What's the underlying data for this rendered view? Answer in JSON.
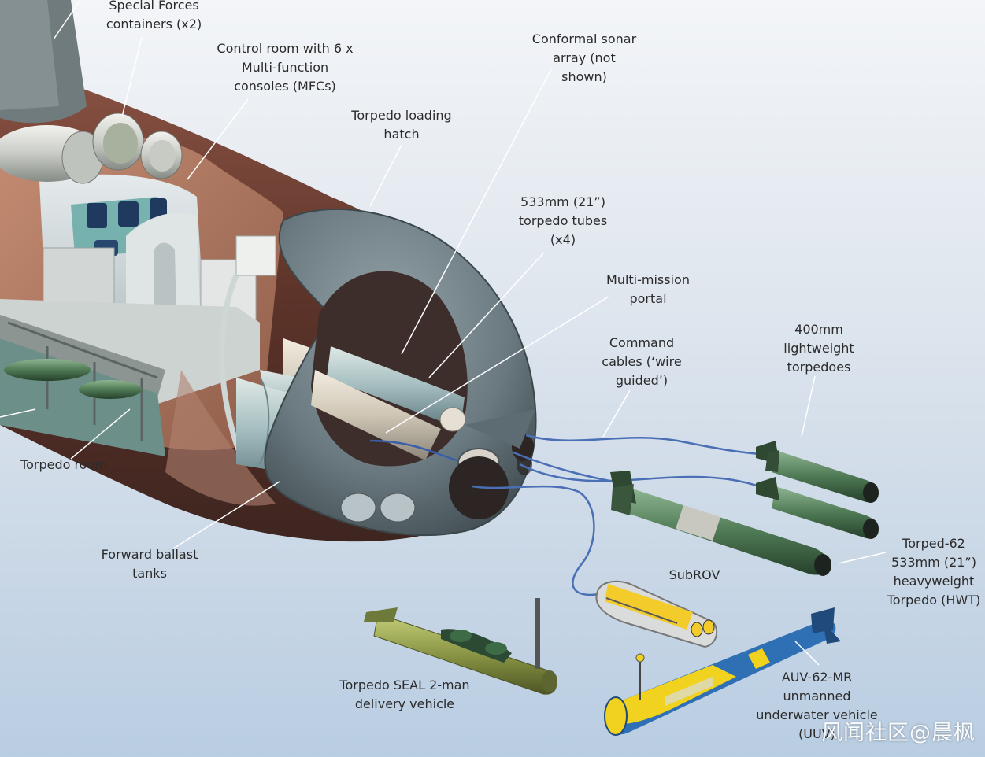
{
  "labels": {
    "special_forces": "Special Forces\ncontainers (x2)",
    "control_room": "Control room with 6 x\nMulti-function\nconsoles (MFCs)",
    "sonar": "Conformal sonar\narray (not\nshown)",
    "loading_hatch": "Torpedo loading\nhatch",
    "torpedo_tubes": "533mm (21”)\ntorpedo tubes\n(x4)",
    "portal": "Multi-mission\nportal",
    "command_cables": "Command\ncables (‘wire\nguided’)",
    "lightweight": "400mm\nlightweight\ntorpedoes",
    "torpedo_room": "Torpedo room",
    "ballast": "Forward ballast\ntanks",
    "subrov": "SubROV",
    "hwt": "Torped-62\n533mm (21”)\nheavyweight\nTorpedo (HWT)",
    "seal": "Torpedo SEAL 2-man\ndelivery vehicle",
    "auv": "AUV-62-MR\nunmanned\nunderwater vehicle\n(UUV)"
  },
  "watermark": "风闻社区@晨枫",
  "colors": {
    "hull_outer": "#6b3e32",
    "hull_inner": "#a9765f",
    "bow_shell": "#5f7078",
    "tube": "#9fb4b8",
    "torpedo_green": "#4f7a55",
    "seal_olive": "#8a9645",
    "auv_blue": "#2f6fb3",
    "auv_yellow": "#f1d21f",
    "subrov_yellow": "#f3cc2b",
    "cable": "#4a6fb5",
    "leader_line": "#ffffff"
  }
}
